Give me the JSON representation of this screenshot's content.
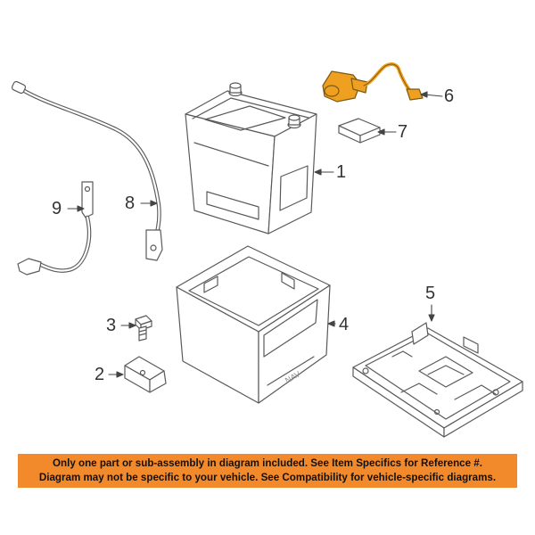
{
  "callouts": {
    "c1": "1",
    "c2": "2",
    "c3": "3",
    "c4": "4",
    "c5": "5",
    "c6": "6",
    "c7": "7",
    "c8": "8",
    "c9": "9"
  },
  "notice": {
    "line1": "Only one part or sub-assembly in diagram included. See Item Specifics for Reference #.",
    "line2": "Diagram may not be specific to your vehicle. See Compatibility for vehicle-specific diagrams."
  },
  "colors": {
    "line": "#5a5a5a",
    "highlight": "#f0a020",
    "banner": "#f28a2c"
  },
  "icons": [
    "battery",
    "battery-tray-box",
    "battery-carrier",
    "hold-down-bolt",
    "bracket",
    "battery-sensor-harness",
    "sensor-module",
    "positive-cable",
    "negative-cable"
  ]
}
